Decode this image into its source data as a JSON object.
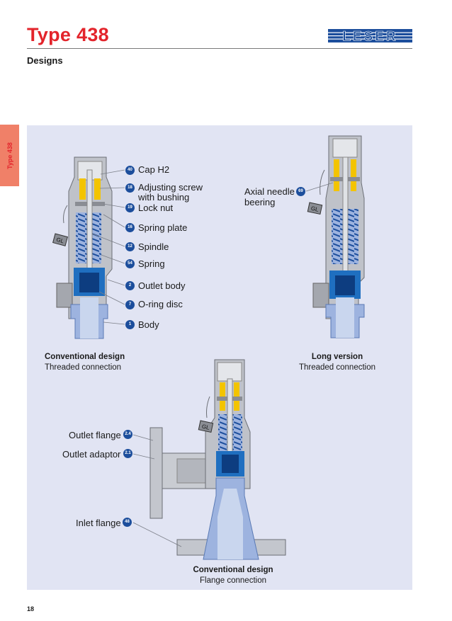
{
  "header": {
    "title": "Type 438",
    "logo": "LESER",
    "section": "Designs",
    "side_tab": "Type 438",
    "brand_red": "#e3242b",
    "brand_blue": "#1c4e9c"
  },
  "parts": [
    {
      "num": "40",
      "name": "Cap H2"
    },
    {
      "num": "18",
      "name": "Adjusting screw"
    },
    {
      "num": "19",
      "name": "Lock nut"
    },
    {
      "num": "16",
      "name": "Spring plate"
    },
    {
      "num": "12",
      "name": "Spindle"
    },
    {
      "num": "54",
      "name": "Spring"
    },
    {
      "num": "2",
      "name": "Outlet body"
    },
    {
      "num": "7",
      "name": "O-ring disc"
    },
    {
      "num": "1",
      "name": "Body"
    }
  ],
  "part_18_line2": "with bushing",
  "long_version_part": {
    "num": "69",
    "line1": "Axial needle",
    "line2": "beering"
  },
  "flange_parts": [
    {
      "num": "2.4",
      "name": "Outlet flange"
    },
    {
      "num": "2.1",
      "name": "Outlet adaptor"
    },
    {
      "num": "48",
      "name": "Inlet flange"
    }
  ],
  "gl_tag": "GL",
  "captions": {
    "conventional_threaded": {
      "title": "Conventional design",
      "sub": "Threaded connection"
    },
    "long_threaded": {
      "title": "Long version",
      "sub": "Threaded connection"
    },
    "conventional_flange": {
      "title": "Conventional design",
      "sub": "Flange connection"
    }
  },
  "page_number": "18"
}
